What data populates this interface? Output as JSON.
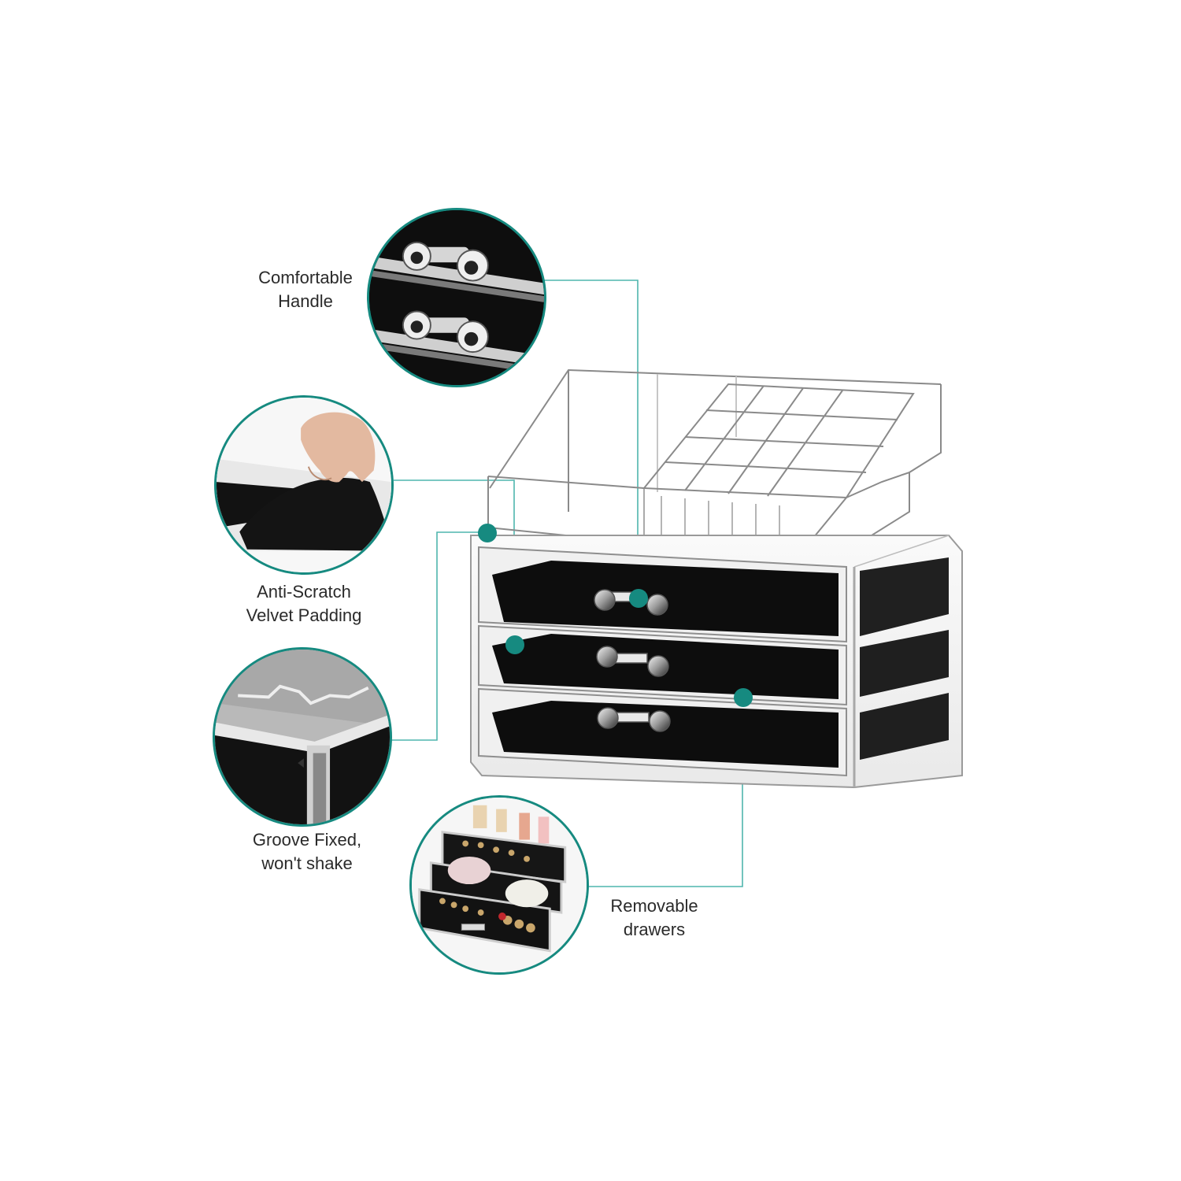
{
  "product": {
    "description": "Clear acrylic makeup organizer with lipstick holder and three black-velvet-lined drawers"
  },
  "colors": {
    "accent": "#168a80",
    "line": "#4fb5ad",
    "text": "#2a2a2a",
    "velvet": "#0d0d0d",
    "background": "#ffffff"
  },
  "features": [
    {
      "id": "handle",
      "line1": "Comfortable",
      "line2": "Handle",
      "icon": "drawer-handle-closeup"
    },
    {
      "id": "velvet",
      "line1": "Anti-Scratch",
      "line2": "Velvet Padding",
      "icon": "velvet-pad-closeup"
    },
    {
      "id": "groove",
      "line1": "Groove Fixed,",
      "line2": "won't shake",
      "icon": "groove-corner-closeup"
    },
    {
      "id": "drawers",
      "line1": "Removable",
      "line2": "drawers",
      "icon": "drawers-with-jewelry-closeup"
    }
  ],
  "organizer": {
    "top_unit": "lipstick-and-brush-holder",
    "lipstick_slots": 16,
    "drawer_count": 3
  }
}
